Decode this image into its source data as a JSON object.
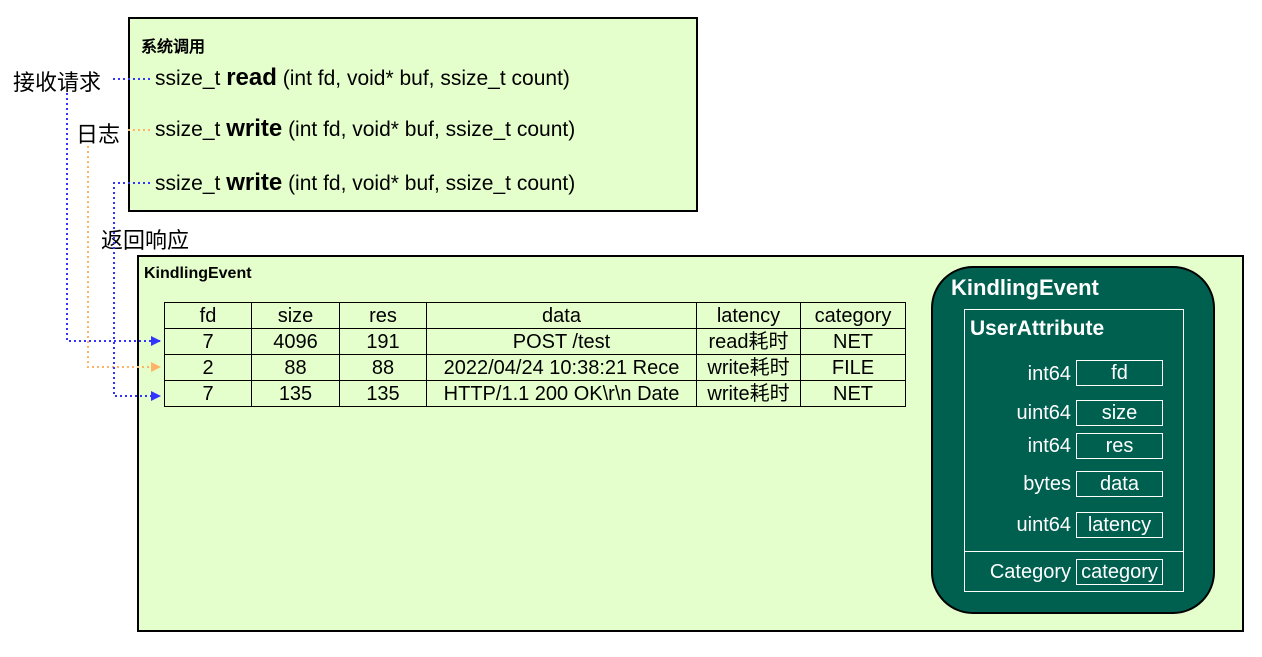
{
  "syscalls": {
    "title": "系统调用",
    "lines": [
      {
        "ret": "ssize_t",
        "fn": "read",
        "args": "(int fd, void* buf, ssize_t count)"
      },
      {
        "ret": "ssize_t",
        "fn": "write",
        "args": "(int fd, void* buf, ssize_t count)"
      },
      {
        "ret": "ssize_t",
        "fn": "write",
        "args": "(int fd, void* buf, ssize_t count)"
      }
    ]
  },
  "labels": {
    "receive": "接收请求",
    "log": "日志",
    "response": "返回响应"
  },
  "event": {
    "title": "KindlingEvent",
    "columns": [
      "fd",
      "size",
      "res",
      "data",
      "latency",
      "category"
    ],
    "rows": [
      [
        "7",
        "4096",
        "191",
        "POST /test",
        "read耗时",
        "NET"
      ],
      [
        "2",
        "88",
        "88",
        "2022/04/24 10:38:21 Rece",
        "write耗时",
        "FILE"
      ],
      [
        "7",
        "135",
        "135",
        "HTTP/1.1 200 OK\\r\\n Date",
        "write耗时",
        "NET"
      ]
    ]
  },
  "schema": {
    "title": "KindlingEvent",
    "user_attribute": {
      "title": "UserAttribute",
      "fields": [
        {
          "type": "int64",
          "name": "fd"
        },
        {
          "type": "uint64",
          "name": "size"
        },
        {
          "type": "int64",
          "name": "res"
        },
        {
          "type": "bytes",
          "name": "data"
        },
        {
          "type": "uint64",
          "name": "latency"
        }
      ]
    },
    "category": {
      "type": "Category",
      "name": "category"
    }
  },
  "colors": {
    "box_fill": "#e5ffcc",
    "panel_fill": "#006050",
    "request_arrow": "#3333ff",
    "log_arrow": "#ffb366"
  }
}
